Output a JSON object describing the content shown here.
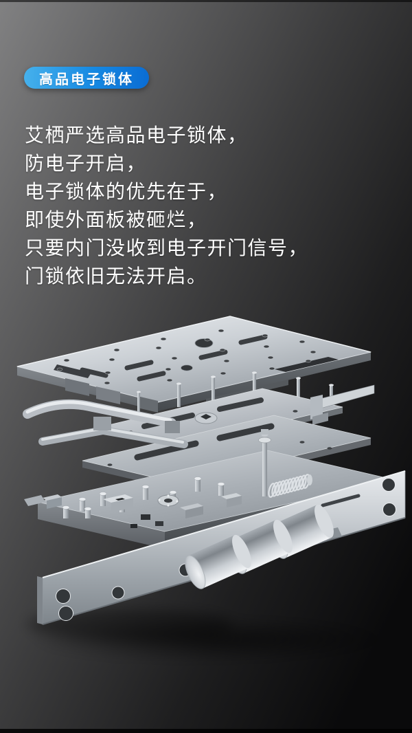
{
  "badge": {
    "label": "高品电子锁体"
  },
  "description": {
    "lines": [
      "艾栖严选高品电子锁体，",
      "防电子开启，",
      "电子锁体的优先在于，",
      "即使外面板被砸烂，",
      "只要内门没收到电子开门信号，",
      "门锁依旧无法开启。"
    ]
  },
  "illustration": {
    "name": "electronic-lock-body-exploded-view"
  },
  "colors": {
    "badge_start": "#46b1ec",
    "badge_mid": "#1689e2",
    "badge_end": "#0a6cd3",
    "text": "#ffffff",
    "bg_light": "#818182",
    "bg_mid": "#3c3c3d",
    "bg_dark": "#0a0a0b",
    "metal_light": "#eef1f3",
    "metal_dark": "#6d7277"
  }
}
